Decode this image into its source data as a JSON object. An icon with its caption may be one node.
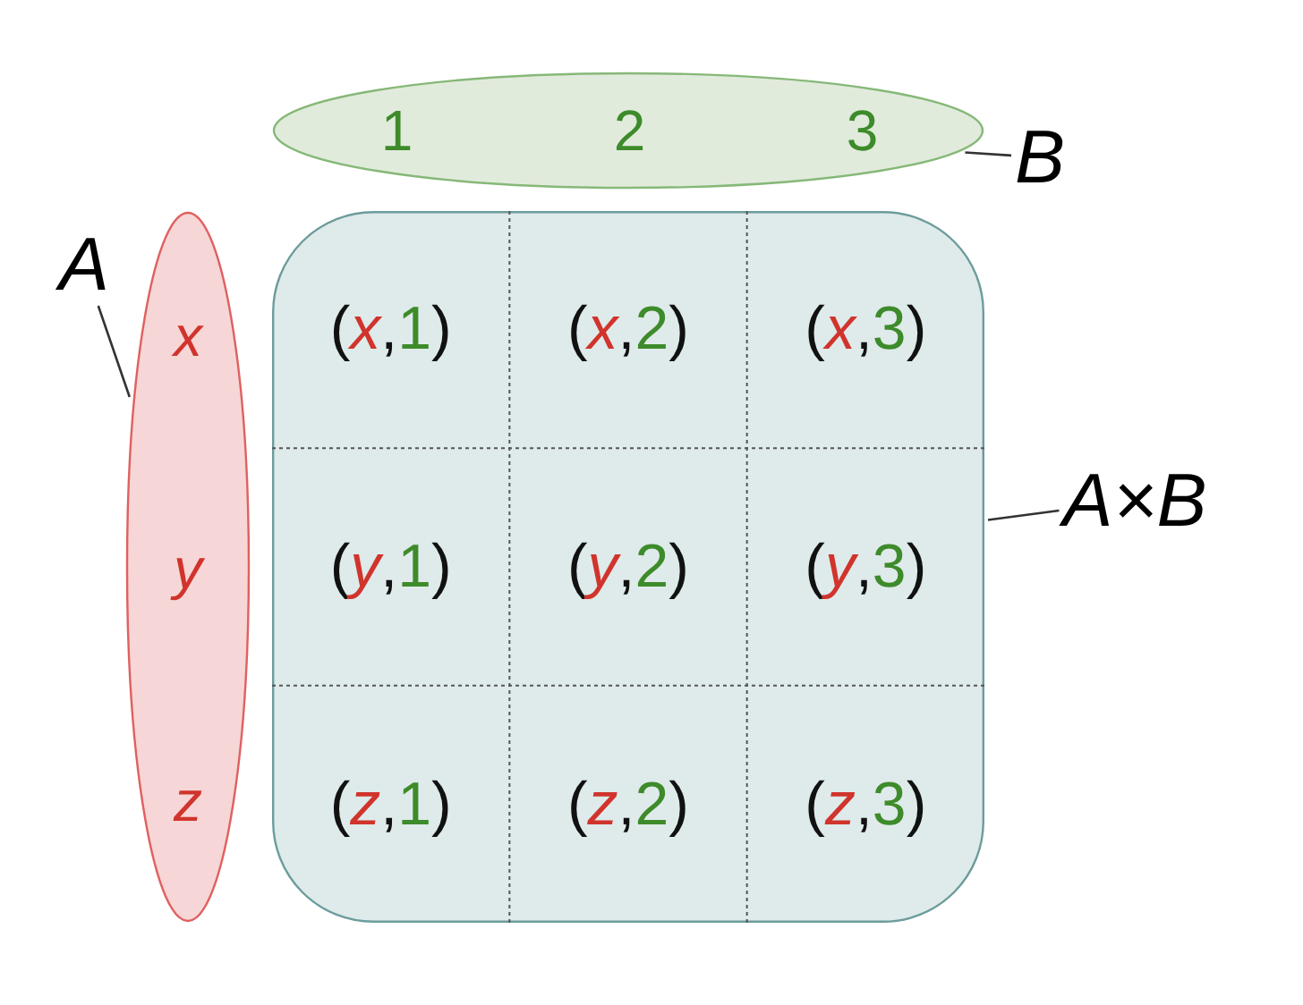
{
  "diagram": {
    "nodes": [
      {
        "text": [
          "1",
          "2",
          "3"
        ]
      },
      {
        "text": [
          "B"
        ]
      },
      {
        "text": [
          "A"
        ]
      },
      {
        "text": [
          "x",
          "y",
          "z"
        ]
      },
      {
        "text": [],
        "shape": "box"
      },
      {
        "text": [
          "(*x*,1)"
        ],
        "in": 4
      },
      {
        "text": [
          "(*x*,2)"
        ],
        "in": 4
      },
      {
        "text": [
          "(*x*,3)"
        ],
        "in": 4
      },
      {
        "text": [
          "(*y*,1)"
        ],
        "in": 4
      },
      {
        "text": [
          "(*y*,2)"
        ],
        "in": 4
      },
      {
        "text": [
          "(*y*,3)"
        ],
        "in": 4
      },
      {
        "text": [
          "(*z*,1)"
        ],
        "in": 4
      },
      {
        "text": [
          "(*z*,2)"
        ],
        "in": 4
      },
      {
        "text": [
          "(*z*,3)"
        ],
        "in": 4
      },
      {
        "text": [
          "A×B"
        ]
      }
    ],
    "edges": [
      {
        "from": 1,
        "to": 0,
        "arrow": "none"
      },
      {
        "from": 2,
        "to": 3,
        "arrow": "none"
      },
      {
        "from": 14,
        "to": 4,
        "arrow": "none"
      }
    ]
  }
}
